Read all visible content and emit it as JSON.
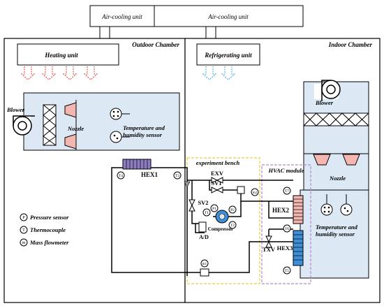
{
  "units": {
    "aircool_left": "Air-cooling unit",
    "aircool_right": "Air-cooling unit",
    "heating": "Heating unit",
    "refrigerating": "Refrigerating unit"
  },
  "chambers": {
    "outdoor": "Outdoor Chamber",
    "indoor": "Indoor Chamber"
  },
  "outdoor": {
    "blower": "Blower",
    "nozzle": "Nozzle",
    "th_sensor_line1": "Temperature and",
    "th_sensor_line2": "humidity sensor"
  },
  "indoor": {
    "blower": "Blower",
    "nozzle": "Nozzle",
    "th_sensor_line1": "Temperature and",
    "th_sensor_line2": "humidity sensor"
  },
  "components": {
    "hex1": "HEX1",
    "hex2": "HEX2",
    "hex3": "HEX3",
    "exv": "EXV",
    "txv": "TXV",
    "sv1": "SV1",
    "sv2": "SV2",
    "compressor": "Compressor",
    "ad": "A/D",
    "bench": "experiment bench",
    "hvac": "HVAC module"
  },
  "sensors": {
    "t1": "T1",
    "t2": "T2",
    "t3": "T3",
    "t4": "T4",
    "t5": "T5",
    "t6": "T6",
    "t7": "T7",
    "p1": "P1",
    "p2": "P2",
    "m1": "m1",
    "m2": "m2"
  },
  "legend": {
    "p_sym": "P",
    "p_label": "Pressure sensor",
    "t_sym": "T",
    "t_label": "Thermocouple",
    "m_sym": "m",
    "m_label": "Mass flowmeter"
  },
  "colors": {
    "chamber_fill": "#dce9f5",
    "hex1": "#8e7cc3",
    "hex2": "#f4b6b0",
    "hex3": "#3f8fd8",
    "nozzle": "#f4b6b0",
    "heat_arrow": "#e0302a",
    "cool_arrow": "#2aa4d8",
    "bench_border": "#e8d23a",
    "hvac_border": "#b08ad0"
  }
}
